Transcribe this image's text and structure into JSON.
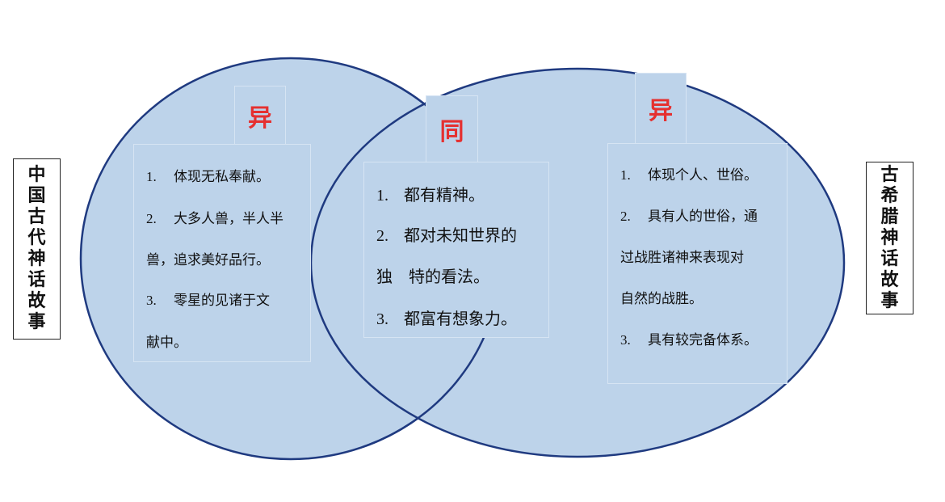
{
  "left_label": "中国古代神话故事",
  "right_label": "古希腊神话故事",
  "left": {
    "heading": "异",
    "lines": [
      {
        "num": "1.",
        "text": "体现无私奉献。"
      },
      {
        "num": "2.",
        "text": "大多人兽，半人半"
      },
      {
        "num": "",
        "text": "兽，追求美好品行。"
      },
      {
        "num": "3.",
        "text": "零星的见诸于文"
      },
      {
        "num": "",
        "text": "献中。"
      }
    ]
  },
  "center": {
    "heading": "同",
    "lines": [
      {
        "num": "1.",
        "text": "都有精神。"
      },
      {
        "num": "2.",
        "text": "都对未知世界的"
      },
      {
        "num": "",
        "text": "独　特的看法。"
      },
      {
        "num": "3.",
        "text": "都富有想象力。"
      }
    ]
  },
  "right": {
    "heading": "异",
    "lines": [
      {
        "num": "1.",
        "text": "体现个人、世俗。"
      },
      {
        "num": "2.",
        "text": "具有人的世俗，通"
      },
      {
        "num": "",
        "text": "过战胜诸神来表现对"
      },
      {
        "num": "",
        "text": "自然的战胜。"
      },
      {
        "num": "3.",
        "text": "具有较完备体系。"
      }
    ]
  },
  "colors": {
    "fill": "#bdd3ea",
    "stroke": "#1f3a80",
    "heading": "#e53030"
  }
}
